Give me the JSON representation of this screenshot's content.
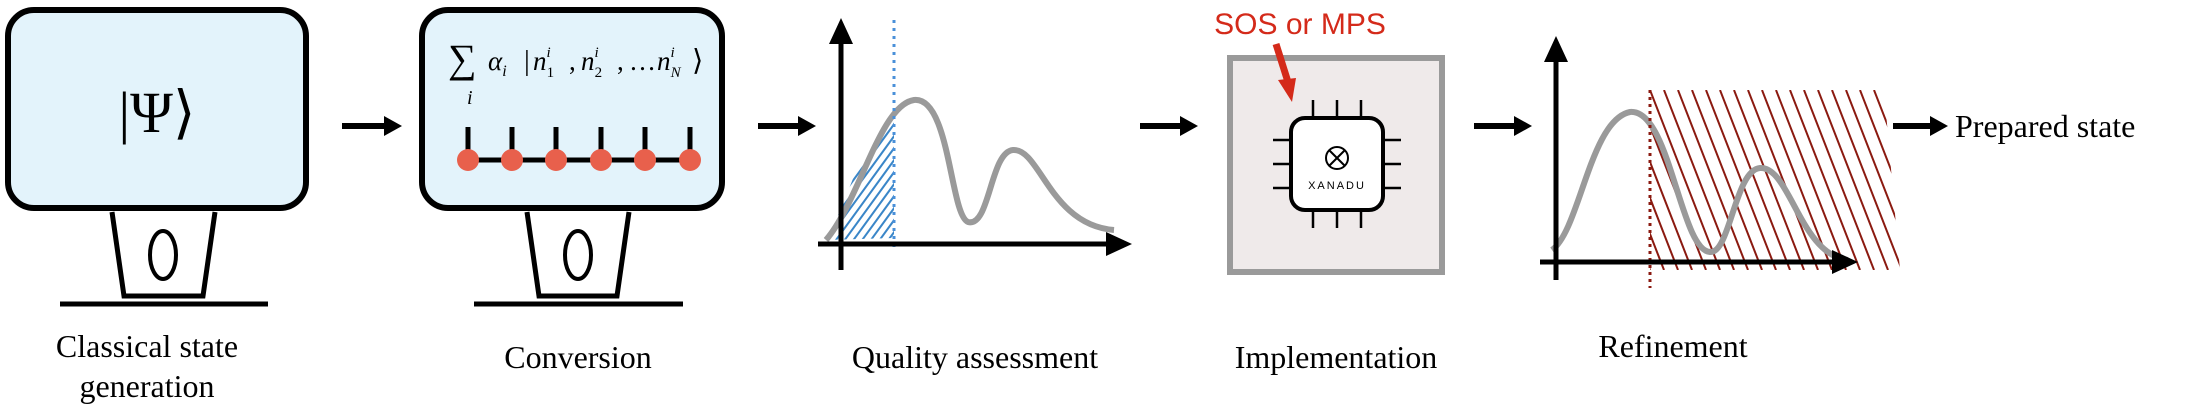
{
  "stages": [
    {
      "id": "classical",
      "caption_line1": "Classical state",
      "caption_line2": "generation",
      "symbol": "|Ψ⟩"
    },
    {
      "id": "conversion",
      "caption": "Conversion",
      "formula": {
        "sum": "∑",
        "sub": "i",
        "alpha": "α",
        "alpha_sub": "i",
        "bar": "|",
        "n": "n",
        "sup": "i",
        "sub1": "1",
        "sub2": "2",
        "subN": "N",
        "comma": ",",
        "dots": "…",
        "ket": "⟩"
      }
    },
    {
      "id": "quality",
      "caption": "Quality assessment"
    },
    {
      "id": "implementation",
      "caption": "Implementation",
      "callout": "SOS or MPS",
      "chip_label": "XANADU"
    },
    {
      "id": "refinement",
      "caption": "Refinement"
    }
  ],
  "final": {
    "label": "Prepared state"
  },
  "colors": {
    "screen_fill": "#e3f3fb",
    "node_red": "#e8604c",
    "callout_red": "#d42a1a",
    "hatch_blue": "#3a86c8",
    "dotted_blue": "#4a90d9",
    "hatch_red": "#8b1a10",
    "curve_gray": "#9a9a9a",
    "chip_box_fill": "#efeaea",
    "chip_box_stroke": "#9a9a9a"
  },
  "icons": {
    "monitor": "monitor-icon",
    "chip": "quantum-chip-icon",
    "arrow": "right-arrow-icon"
  }
}
